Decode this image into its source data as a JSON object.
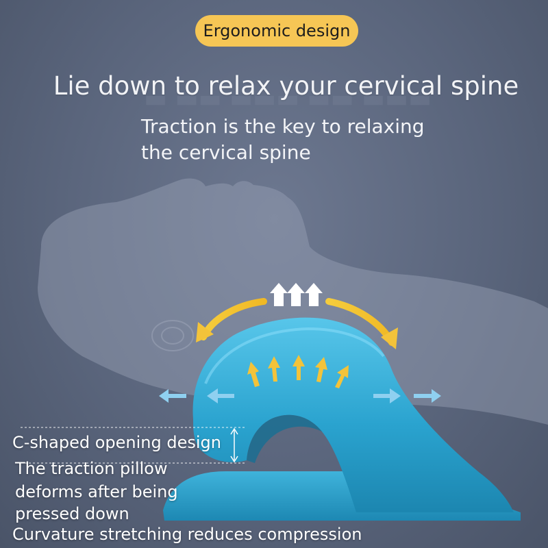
{
  "badge": {
    "label": "Ergonomic design"
  },
  "headline": "Lie down to relax your cervical spine",
  "subheadline": {
    "line1": "Traction is the key to relaxing",
    "line2": "the cervical spine"
  },
  "annotations": {
    "c_shaped": "C-shaped opening design",
    "deform_line1": "The traction pillow",
    "deform_line2": "deforms after being",
    "deform_line3": "pressed down",
    "curvature": "Curvature stretching reduces compression"
  },
  "colors": {
    "background": "#5f6a80",
    "badge": "#f6c655",
    "pillow": "#2a9fc9",
    "arrow_yellow": "#f3c33a",
    "arrow_light_blue": "#8fd0f0"
  },
  "icons": [
    "up-arrow-icon",
    "curved-arrow-icon",
    "horizontal-arrow-icon"
  ]
}
